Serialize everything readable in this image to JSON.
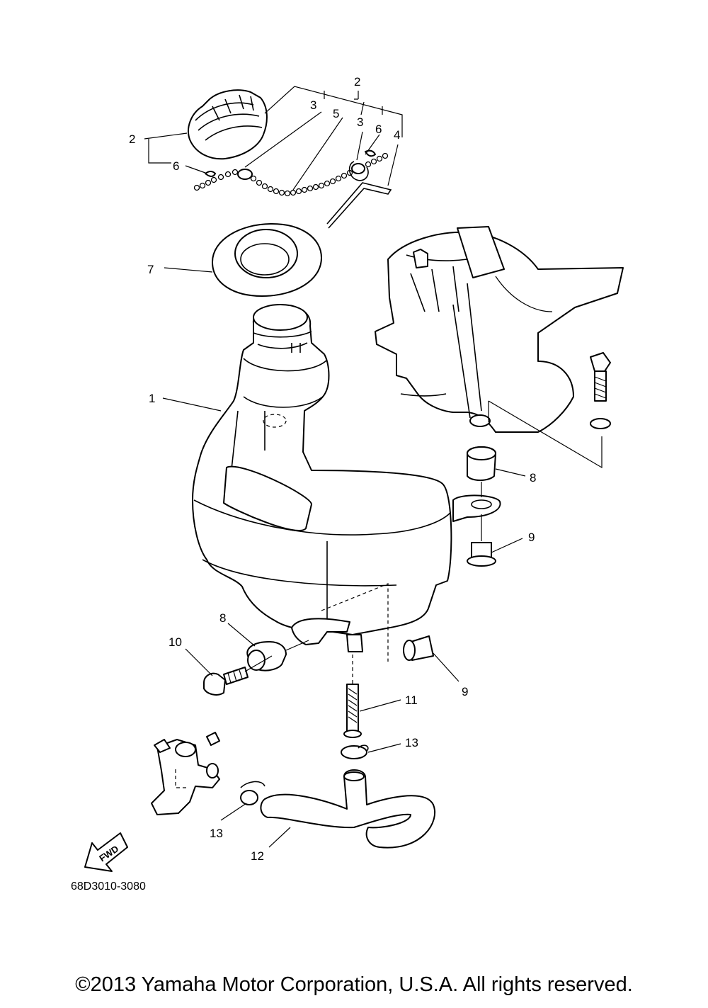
{
  "diagram": {
    "diagram_code": "68D3010-3080",
    "fwd_label": "FWD",
    "copyright": "©2013 Yamaha Motor Corporation, U.S.A. All rights reserved.",
    "callouts": [
      {
        "id": "c2a",
        "text": "2"
      },
      {
        "id": "c2b",
        "text": "2"
      },
      {
        "id": "c3a",
        "text": "3"
      },
      {
        "id": "c5",
        "text": "5"
      },
      {
        "id": "c3b",
        "text": "3"
      },
      {
        "id": "c6a",
        "text": "6"
      },
      {
        "id": "c4",
        "text": "4"
      },
      {
        "id": "c6b",
        "text": "6"
      },
      {
        "id": "c7",
        "text": "7"
      },
      {
        "id": "c1",
        "text": "1"
      },
      {
        "id": "c8a",
        "text": "8"
      },
      {
        "id": "c9a",
        "text": "9"
      },
      {
        "id": "c8b",
        "text": "8"
      },
      {
        "id": "c10",
        "text": "10"
      },
      {
        "id": "c9b",
        "text": "9"
      },
      {
        "id": "c11",
        "text": "11"
      },
      {
        "id": "c13a",
        "text": "13"
      },
      {
        "id": "c13b",
        "text": "13"
      },
      {
        "id": "c12",
        "text": "12"
      }
    ]
  }
}
